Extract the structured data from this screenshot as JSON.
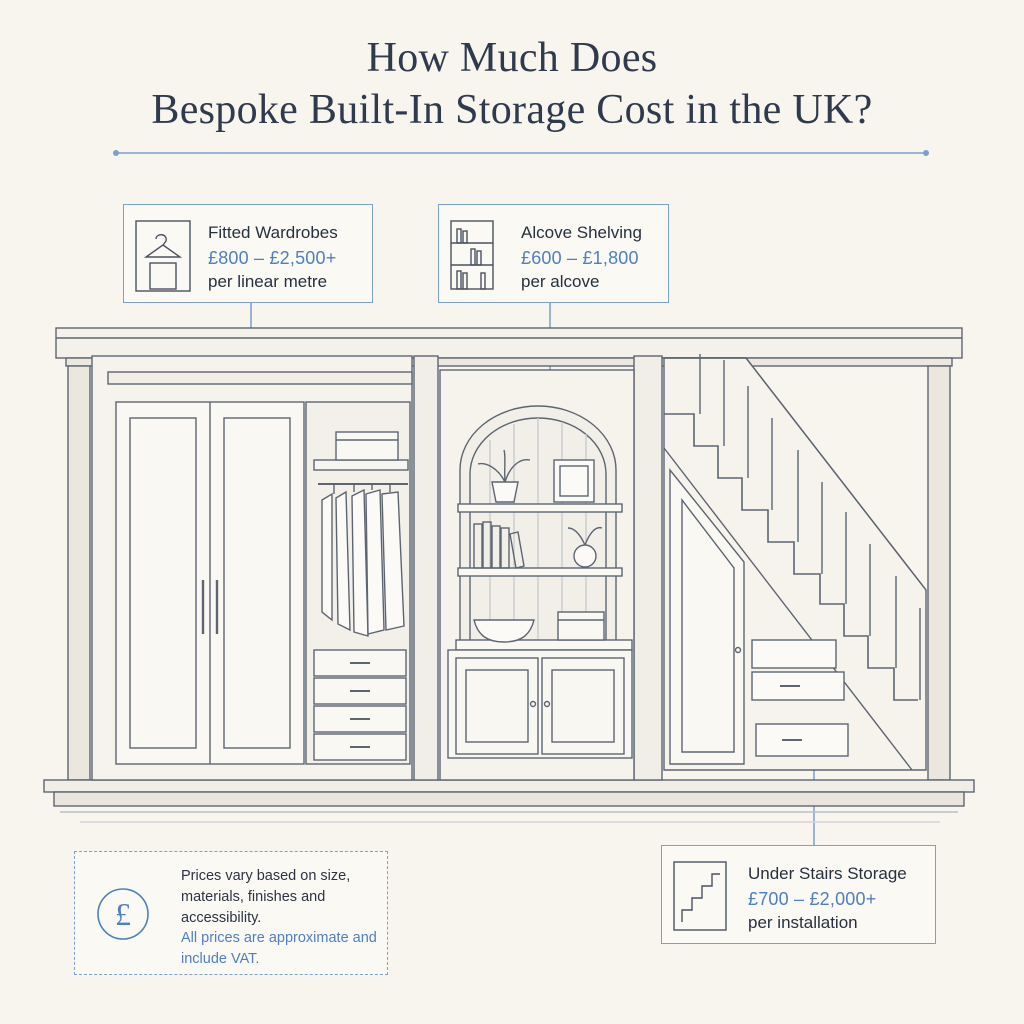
{
  "title": {
    "line1": "How Much Does",
    "line2": "Bespoke Built-In Storage Cost in the UK?"
  },
  "accent_color": "#4f7fbf",
  "line_color": "#5d6573",
  "callouts": {
    "wardrobes": {
      "title": "Fitted Wardrobes",
      "price": "£800 – £2,500+",
      "unit": "per linear metre",
      "icon": "wardrobe-hanger-icon"
    },
    "alcove": {
      "title": "Alcove Shelving",
      "price": "£600 – £1,800",
      "unit": "per alcove",
      "icon": "bookshelf-icon"
    },
    "stairs": {
      "title": "Under Stairs Storage",
      "price": "£700 – £2,000+",
      "unit": "per installation",
      "icon": "stairs-icon"
    }
  },
  "note": {
    "icon": "pound-icon",
    "text": "Prices vary based on size, materials, finishes and accessibility.",
    "highlight": "All prices are approximate and include VAT.",
    "symbol": "£"
  }
}
